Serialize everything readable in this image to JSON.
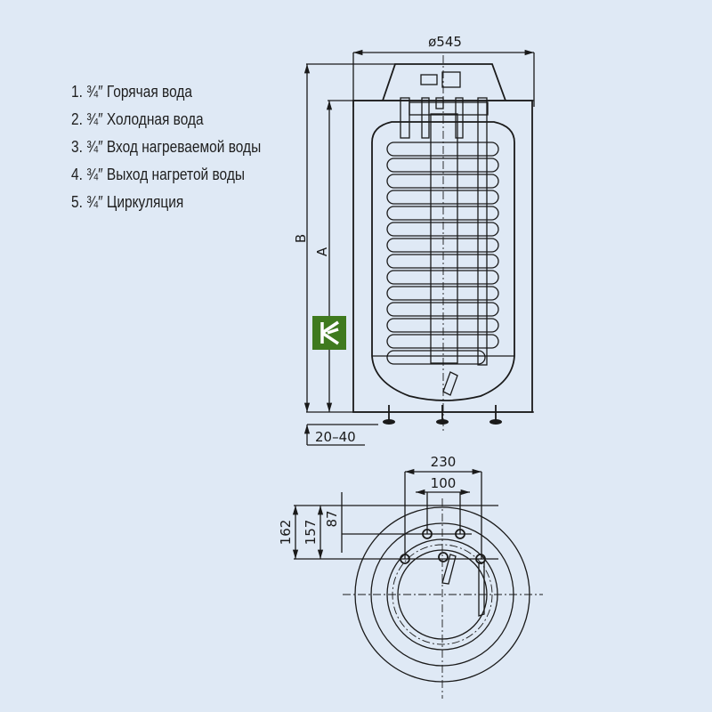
{
  "legend": {
    "items": [
      {
        "label": "1. ¾″ Горячая вода"
      },
      {
        "label": "2. ¾″ Холодная вода"
      },
      {
        "label": "3. ¾″ Вход нагреваемой воды"
      },
      {
        "label": "4. ¾″ Выход нагретой воды"
      },
      {
        "label": "5. ¾″ Циркуляция"
      }
    ]
  },
  "side_view": {
    "diameter_label": "ø545",
    "height_b_label": "B",
    "height_a_label": "A",
    "foot_adjust_label": "20–40"
  },
  "top_view": {
    "width_230_label": "230",
    "width_100_label": "100",
    "depth_162_label": "162",
    "depth_157_label": "157",
    "depth_87_label": "87"
  },
  "logo": {
    "text": "K",
    "color": "#3f7a1e"
  },
  "colors": {
    "background": "#dfe9f5",
    "line": "#1a1a1a"
  }
}
